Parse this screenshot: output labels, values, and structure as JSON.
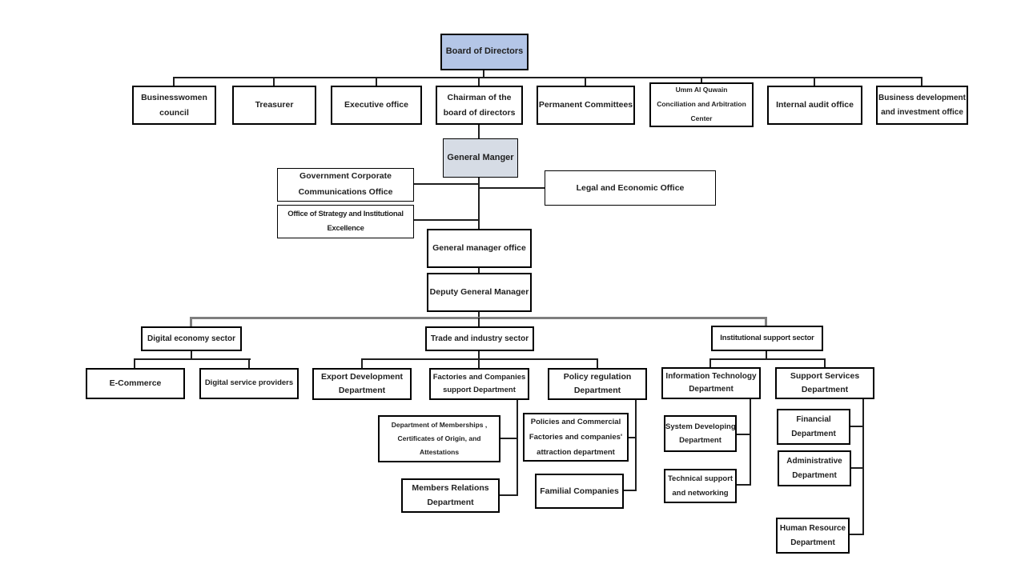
{
  "colors": {
    "board_fill": "#b4c6e7",
    "general_manager_fill": "#d6dce5",
    "box_border": "#000000",
    "connector": "#1f1f1f",
    "sector_connector": "#7f7f7f",
    "background": "#ffffff"
  },
  "boxes": {
    "board": [
      "Board of Directors"
    ],
    "businesswomen": [
      "Businesswomen",
      "council"
    ],
    "treasurer": [
      "Treasurer"
    ],
    "executive": [
      "Executive office"
    ],
    "chairman": [
      "Chairman of the",
      "board of directors"
    ],
    "permanent": [
      "Permanent Committees"
    ],
    "umm": [
      "Umm Al Quwain",
      "Conciliation and Arbitration",
      "Center"
    ],
    "internal_audit": [
      "Internal audit office"
    ],
    "business_dev": [
      "Business development",
      "and investment office"
    ],
    "general_manager": [
      "General Manger"
    ],
    "gov_corp_comms": [
      "Government Corporate",
      "Communications Office"
    ],
    "strategy_office": [
      "Office of Strategy and Institutional",
      "Excellence"
    ],
    "legal_economic": [
      "Legal and Economic Office"
    ],
    "gm_office": [
      "General manager office"
    ],
    "deputy_gm": [
      "Deputy General Manager"
    ],
    "digital_sector": [
      "Digital economy sector"
    ],
    "trade_sector": [
      "Trade and industry sector"
    ],
    "inst_sector": [
      "Institutional support sector"
    ],
    "ecommerce": [
      "E-Commerce"
    ],
    "digital_providers": [
      "Digital service providers"
    ],
    "export_dev": [
      "Export Development",
      "Department"
    ],
    "factories_support": [
      "Factories and Companies",
      "support Department"
    ],
    "policy_regulation": [
      "Policy regulation",
      "Department"
    ],
    "memberships": [
      "Department of Memberships ,",
      "Certificates of Origin, and",
      "Attestations"
    ],
    "members_relations": [
      "Members Relations",
      "Department"
    ],
    "policies_commercial": [
      "Policies  and Commercial",
      "Factories and companies'",
      "attraction department"
    ],
    "familial": [
      "Familial Companies"
    ],
    "it_dept": [
      "Information Technology",
      "Department"
    ],
    "support_services": [
      "Support Services",
      "Department"
    ],
    "system_dev": [
      "System Developing",
      "Department"
    ],
    "tech_support": [
      "Technical support",
      "and networking"
    ],
    "financial": [
      "Financial",
      "Department"
    ],
    "administrative": [
      "Administrative",
      "Department"
    ],
    "human_resource": [
      "Human Resource",
      "Department"
    ]
  }
}
